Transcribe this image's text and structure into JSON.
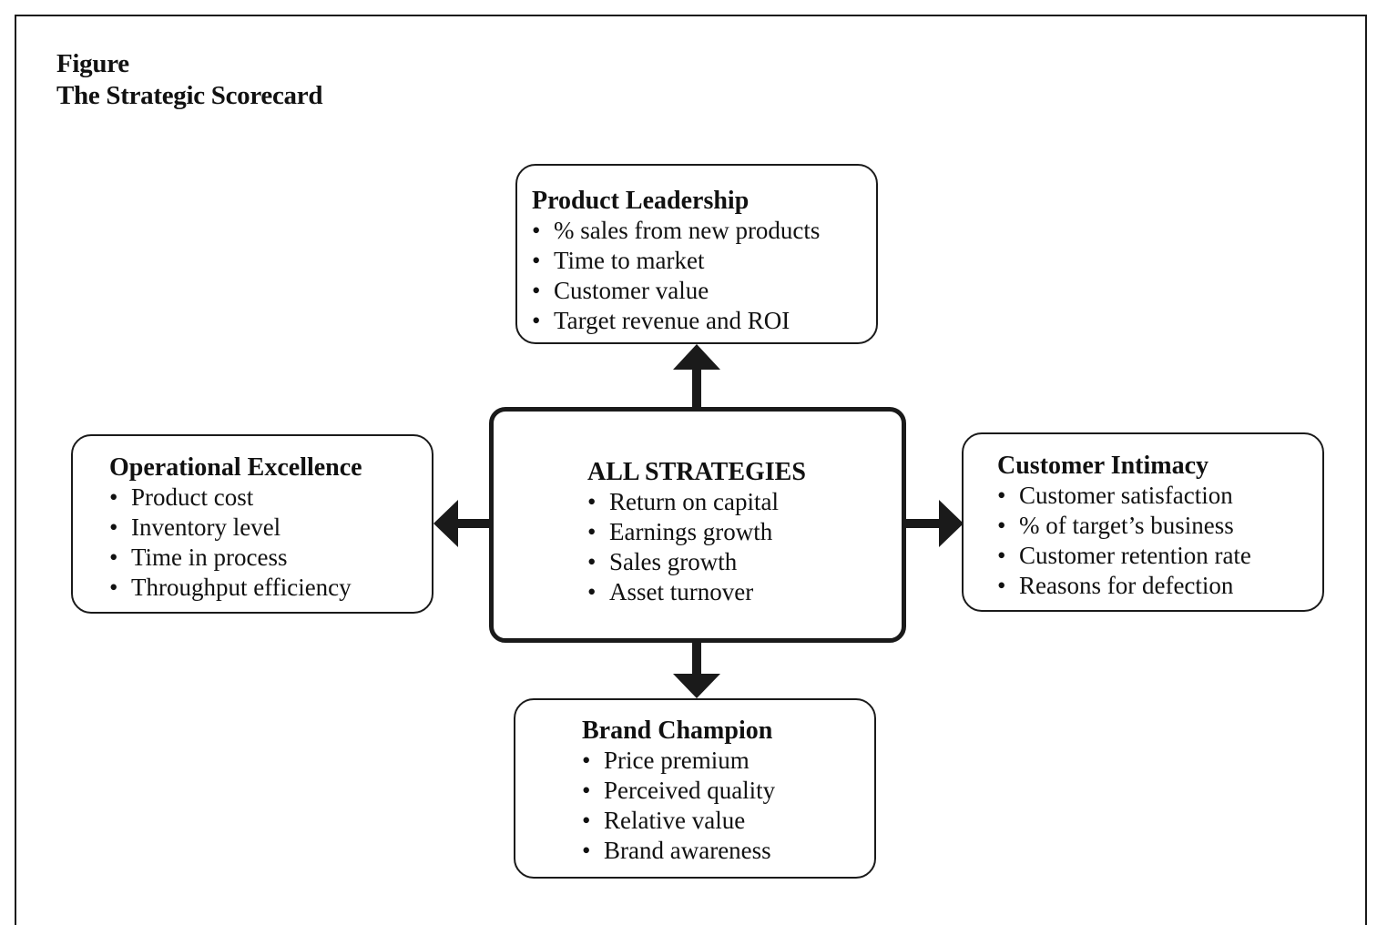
{
  "figure": {
    "label": "Figure",
    "title": "The Strategic Scorecard"
  },
  "bullet_glyph": "•",
  "boxes": {
    "product": {
      "heading": "Product Leadership",
      "items": [
        "% sales from new products",
        "Time to market",
        "Customer value",
        "Target revenue and ROI"
      ]
    },
    "operational": {
      "heading": "Operational Excellence",
      "items": [
        "Product cost",
        "Inventory level",
        "Time in process",
        "Throughput efficiency"
      ]
    },
    "center": {
      "heading": "ALL STRATEGIES",
      "items": [
        "Return on capital",
        "Earnings growth",
        "Sales growth",
        "Asset turnover"
      ]
    },
    "customer": {
      "heading": "Customer Intimacy",
      "items": [
        "Customer satisfaction",
        "% of target’s business",
        "Customer retention rate",
        "Reasons for defection"
      ]
    },
    "brand": {
      "heading": "Brand Champion",
      "items": [
        "Price premium",
        "Perceived quality",
        "Relative value",
        "Brand awareness"
      ]
    }
  },
  "arrows": [
    "center-to-product",
    "center-to-operational",
    "center-to-customer",
    "center-to-brand"
  ],
  "colors": {
    "line": "#1a1a1a",
    "background": "#ffffff"
  }
}
